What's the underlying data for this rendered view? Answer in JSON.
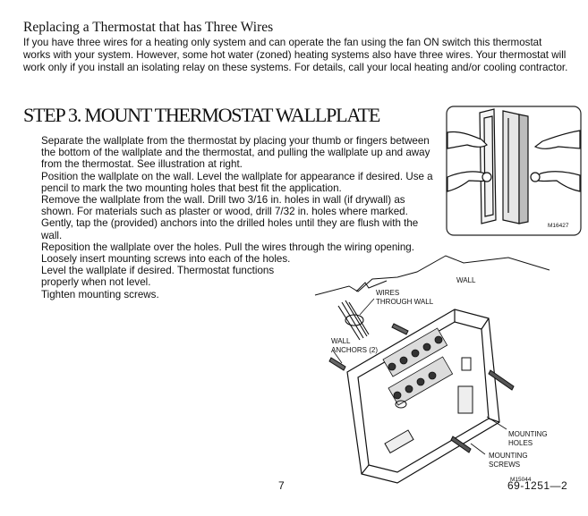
{
  "section": {
    "title": "Replacing a Thermostat that has Three Wires",
    "body": "If you have three wires for a heating only system and can operate the fan using the fan ON switch this thermostat works with your system. However, some hot water (zoned) heating systems also have three wires. Your thermostat will work only if you install an isolating relay on these systems. For details, call your local heating and/or cooling contractor."
  },
  "step": {
    "title": "STEP 3. MOUNT THERMOSTAT WALLPLATE",
    "lines": [
      "Separate the wallplate from the thermostat by placing your thumb or fingers between the bottom of the wallplate and the thermostat, and pulling the wallplate up and away from the thermostat. See illustration at right.",
      "Position the wallplate on the wall. Level the wallplate for appearance if desired. Use a pencil to mark the two mounting holes that best fit the application.",
      "Remove the wallplate from the wall. Drill two 3/16 in. holes in wall (if drywall) as shown. For materials such as plaster or wood, drill 7/32 in. holes where marked. Gently, tap the (provided) anchors into the drilled holes until they are flush with the wall.",
      "Reposition the wallplate over the holes. Pull the wires through the wiring opening.",
      "Loosely insert mounting screws into each of the holes.",
      "Level the wallplate if desired. Thermostat functions properly when not level.",
      "Tighten mounting screws."
    ]
  },
  "figure_top": {
    "code": "M16427"
  },
  "figure_bottom": {
    "code": "M15044",
    "labels": {
      "wall": "WALL",
      "wires_1": "WIRES",
      "wires_2": "THROUGH WALL",
      "anchors_1": "WALL",
      "anchors_2": "ANCHORS (2)",
      "holes_1": "MOUNTING",
      "holes_2": "HOLES",
      "screws_1": "MOUNTING",
      "screws_2": "SCREWS"
    }
  },
  "footer": {
    "page_number": "7",
    "doc_code": "69-1251—2"
  }
}
